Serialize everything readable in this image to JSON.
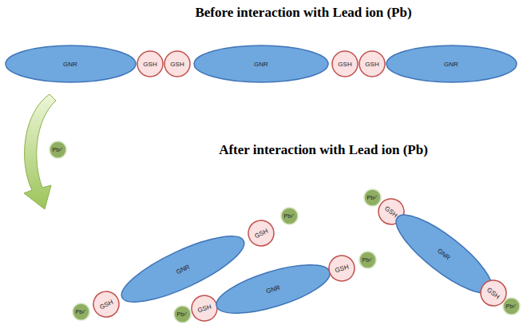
{
  "diagram": {
    "nodes": [
      {
        "text": [
          "GNR"
        ]
      },
      {
        "text": [
          "GSH"
        ]
      },
      {
        "text": [
          "GSH"
        ]
      },
      {
        "text": [
          "GNR"
        ]
      },
      {
        "text": [
          "GSH"
        ]
      },
      {
        "text": [
          "GSH"
        ]
      },
      {
        "text": [
          "GNR"
        ]
      },
      {
        "text": [
          "Pb²⁺"
        ]
      },
      {
        "text": [
          "Pb²⁺"
        ]
      },
      {
        "text": [
          "GSH"
        ]
      },
      {
        "text": [
          "GNR"
        ]
      },
      {
        "text": [
          "GSH"
        ]
      },
      {
        "text": [
          "Pb²⁺"
        ]
      },
      {
        "text": [
          "Pb²⁺"
        ]
      },
      {
        "text": [
          "GSH"
        ]
      },
      {
        "text": [
          "GNR"
        ]
      },
      {
        "text": [
          "GSH"
        ]
      },
      {
        "text": [
          "Pb²⁺"
        ]
      },
      {
        "text": [
          "Pb²⁺"
        ]
      },
      {
        "text": [
          "GSH"
        ]
      },
      {
        "text": [
          "GNR"
        ]
      },
      {
        "text": [
          "GSH"
        ]
      },
      {
        "text": [
          "Pb²⁺"
        ]
      }
    ],
    "labels": [
      "Before  interaction with Lead ion (Pb)",
      "After interaction with Lead ion (Pb)"
    ]
  }
}
